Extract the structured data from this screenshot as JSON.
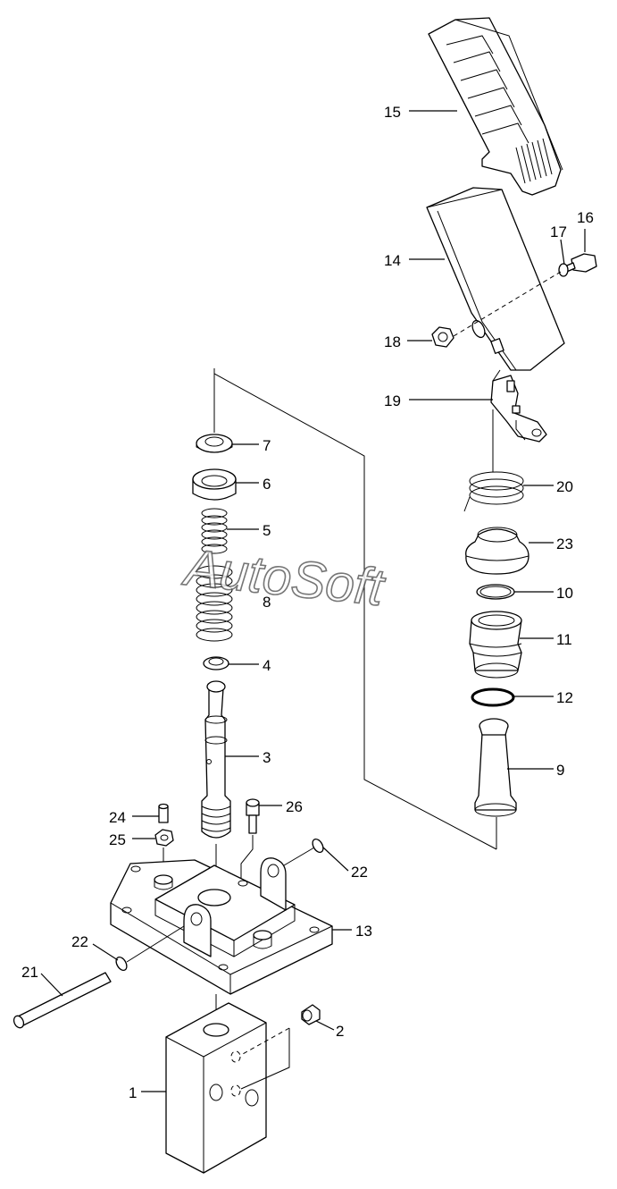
{
  "watermark": "AutoSoft",
  "callouts": [
    {
      "id": "15",
      "label": "15"
    },
    {
      "id": "14",
      "label": "14"
    },
    {
      "id": "16",
      "label": "16"
    },
    {
      "id": "17",
      "label": "17"
    },
    {
      "id": "18",
      "label": "18"
    },
    {
      "id": "19",
      "label": "19"
    },
    {
      "id": "20",
      "label": "20"
    },
    {
      "id": "23",
      "label": "23"
    },
    {
      "id": "10",
      "label": "10"
    },
    {
      "id": "11",
      "label": "11"
    },
    {
      "id": "12",
      "label": "12"
    },
    {
      "id": "9",
      "label": "9"
    },
    {
      "id": "7",
      "label": "7"
    },
    {
      "id": "6",
      "label": "6"
    },
    {
      "id": "5",
      "label": "5"
    },
    {
      "id": "8",
      "label": "8"
    },
    {
      "id": "4",
      "label": "4"
    },
    {
      "id": "3",
      "label": "3"
    },
    {
      "id": "24",
      "label": "24"
    },
    {
      "id": "26",
      "label": "26"
    },
    {
      "id": "25",
      "label": "25"
    },
    {
      "id": "22a",
      "label": "22"
    },
    {
      "id": "13",
      "label": "13"
    },
    {
      "id": "22b",
      "label": "22"
    },
    {
      "id": "21",
      "label": "21"
    },
    {
      "id": "2",
      "label": "2"
    },
    {
      "id": "1",
      "label": "1"
    }
  ]
}
